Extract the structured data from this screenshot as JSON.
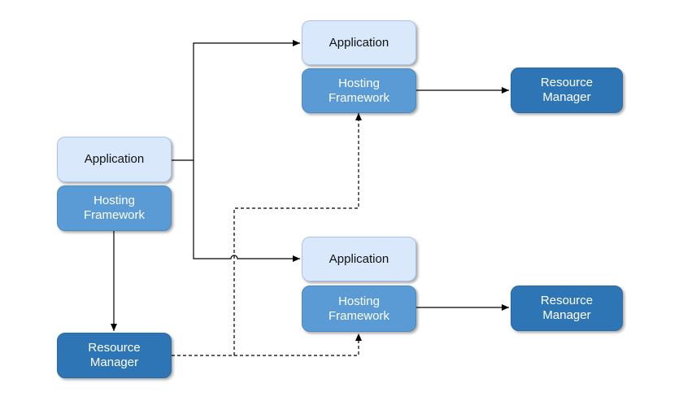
{
  "colors": {
    "application_fill": "#dae8fc",
    "hosting_framework_fill": "#5b9bd5",
    "resource_manager_fill": "#2e75b6",
    "connector": "#000000"
  },
  "left_group": {
    "application": "Application",
    "hosting_framework": "Hosting\nFramework",
    "resource_manager": "Resource\nManager"
  },
  "top_right_group": {
    "application": "Application",
    "hosting_framework": "Hosting\nFramework",
    "resource_manager": "Resource\nManager"
  },
  "bottom_right_group": {
    "application": "Application",
    "hosting_framework": "Hosting\nFramework",
    "resource_manager": "Resource\nManager"
  },
  "connections": [
    {
      "from": "left-application",
      "to": "top-right-application",
      "style": "solid"
    },
    {
      "from": "left-application",
      "to": "bottom-right-application",
      "style": "solid"
    },
    {
      "from": "left-hosting-framework",
      "to": "left-resource-manager",
      "style": "solid"
    },
    {
      "from": "top-right-hosting-framework",
      "to": "top-right-resource-manager",
      "style": "solid"
    },
    {
      "from": "bottom-right-hosting-framework",
      "to": "bottom-right-resource-manager",
      "style": "solid"
    },
    {
      "from": "left-resource-manager",
      "to": "top-right-hosting-framework",
      "style": "dashed"
    },
    {
      "from": "left-resource-manager",
      "to": "bottom-right-hosting-framework",
      "style": "dashed"
    }
  ]
}
